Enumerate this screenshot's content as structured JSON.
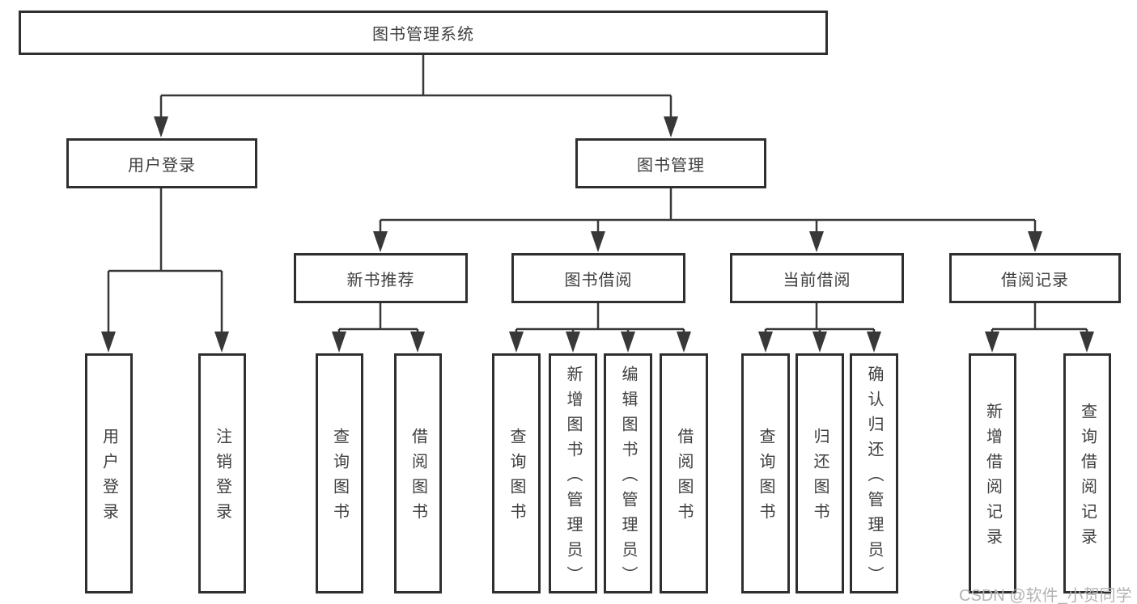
{
  "diagram": {
    "title": "图书管理系统",
    "root": "图书管理系统",
    "level2": [
      "用户登录",
      "图书管理"
    ],
    "level3": [
      "新书推荐",
      "图书借阅",
      "当前借阅",
      "借阅记录"
    ],
    "leaves": {
      "g1": [
        "用户登录",
        "注销登录"
      ],
      "g2": [
        "查询图书",
        "借阅图书"
      ],
      "g3": [
        "查询图书",
        "新增图书（管理员）",
        "编辑图书（管理员）",
        "借阅图书"
      ],
      "g4": [
        "查询图书",
        "归还图书",
        "确认归还（管理员）"
      ],
      "g5": [
        "新增借阅记录",
        "查询借阅记录"
      ]
    }
  },
  "watermark": "CSDN @软件_小贺同学",
  "colors": {
    "line": "#383838",
    "border": "#2f2f2f",
    "text": "#3f3f3f",
    "watermark": "#b3b3b3",
    "background": "#ffffff"
  }
}
